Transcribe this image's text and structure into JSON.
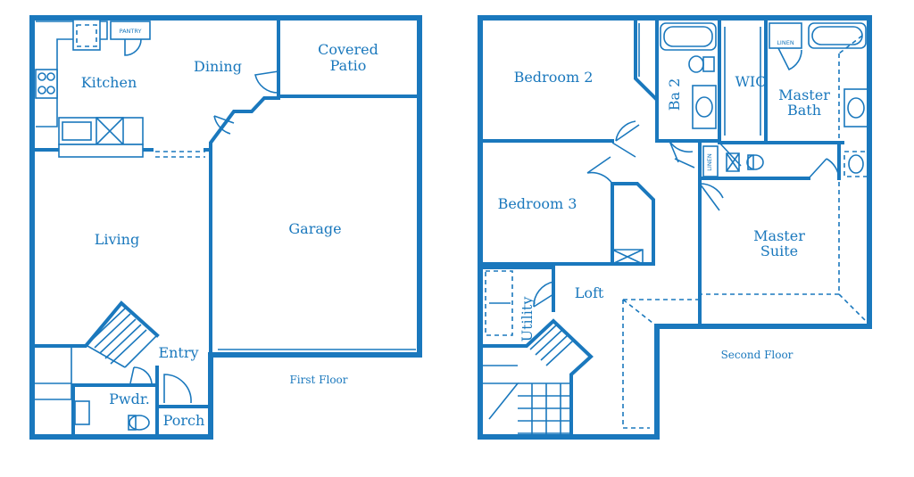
{
  "first_floor": {
    "title": "First Floor",
    "rooms": {
      "kitchen": "Kitchen",
      "pantry": "PANTRY",
      "dining": "Dining",
      "covered_patio_line1": "Covered",
      "covered_patio_line2": "Patio",
      "living": "Living",
      "garage": "Garage",
      "entry": "Entry",
      "powder": "Pwdr.",
      "porch": "Porch"
    }
  },
  "second_floor": {
    "title": "Second Floor",
    "rooms": {
      "bedroom2": "Bedroom 2",
      "bath2": "Ba 2",
      "wic": "WIC",
      "linen_top": "LINEN",
      "master_bath_line1": "Master",
      "master_bath_line2": "Bath",
      "linen_side": "LINEN",
      "bedroom3": "Bedroom 3",
      "master_suite_line1": "Master",
      "master_suite_line2": "Suite",
      "loft": "Loft",
      "utility": "Utility"
    }
  },
  "colors": {
    "line": "#1a78bd",
    "background": "#ffffff"
  }
}
